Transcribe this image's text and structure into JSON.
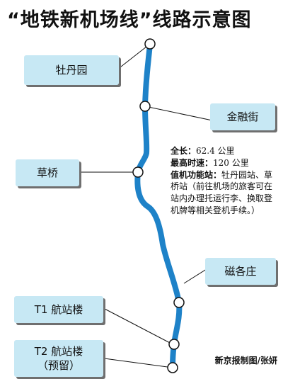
{
  "title": "“地铁新机场线”线路示意图",
  "stations": {
    "mudanyuan": "牡丹园",
    "jinrongjie": "金融街",
    "caoqiao": "草桥",
    "cigezhuang": "磁各庄",
    "t1": "T1 航站楼",
    "t2": "T2 航站楼",
    "t2_note": "（预留）"
  },
  "info": {
    "length_label": "全长：",
    "length_value": "62.4 公里",
    "speed_label": "最高时速：",
    "speed_value": "120 公里",
    "checkin_label": "值机功能站：",
    "checkin_value": "牡丹园站、草桥站（前往机场的旅客可在站内办理托运行李、换取登机牌等相关登机手续。）"
  },
  "credit": "新京报制图/张妍",
  "colors": {
    "line": "#1e82c8",
    "box": "#c7e8f4",
    "shadow": "#6f6f6f"
  }
}
